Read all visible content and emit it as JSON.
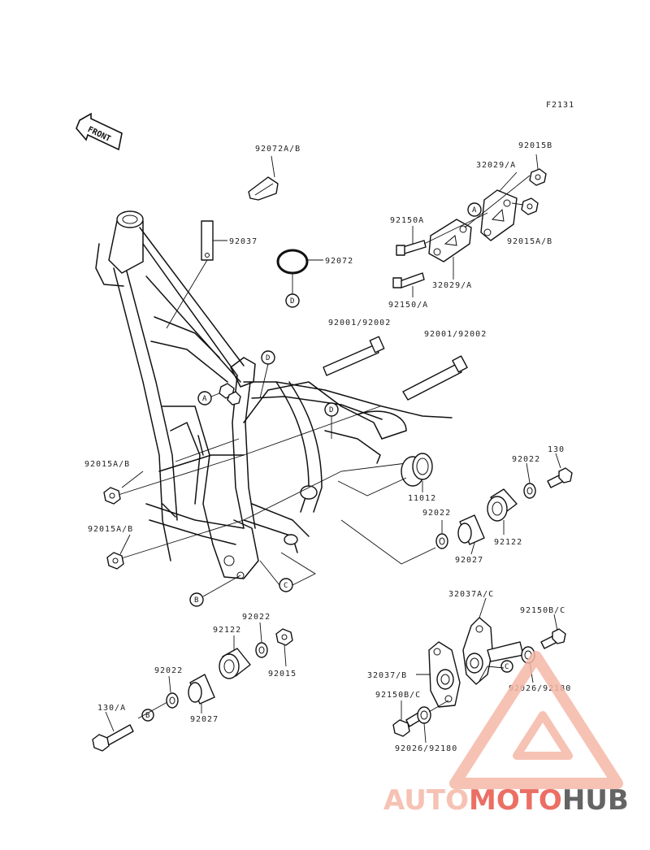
{
  "figure_id": "F2131",
  "front_label": "FRONT",
  "watermark": {
    "part1": "AUTO",
    "part2": "MOTO",
    "part3": "HUB",
    "color_light": "#f5b8a8",
    "color_red": "#e8564a",
    "color_dark": "#4a4a4a"
  },
  "refs": {
    "A": "A",
    "B": "B",
    "C": "C",
    "D": "D"
  },
  "labels": {
    "p92072AB": "92072A/B",
    "p92015B": "92015B",
    "p32029A_top": "32029/A",
    "p92150A": "92150A",
    "p92037": "92037",
    "p92072": "92072",
    "p92015AB_right": "92015A/B",
    "p32029A_bottom": "32029/A",
    "p92150A_bottom": "92150/A",
    "p92001_left": "92001/92002",
    "p92001_right": "92001/92002",
    "p92015AB_left1": "92015A/B",
    "p92015AB_left2": "92015A/B",
    "p130": "130",
    "p92022_a": "92022",
    "p11012": "11012",
    "p92022_b": "92022",
    "p92122_a": "92122",
    "p92027_a": "92027",
    "p32037AC": "32037A/C",
    "p92150BC_right": "92150B/C",
    "p92022_c": "92022",
    "p92122_b": "92122",
    "p92015": "92015",
    "p92022_d": "92022",
    "p32037B": "32037/B",
    "p92026_right": "92026/92180",
    "p92150BC_left": "92150B/C",
    "p130A": "130/A",
    "p92027_b": "92027",
    "p92026_left": "92026/92180"
  }
}
